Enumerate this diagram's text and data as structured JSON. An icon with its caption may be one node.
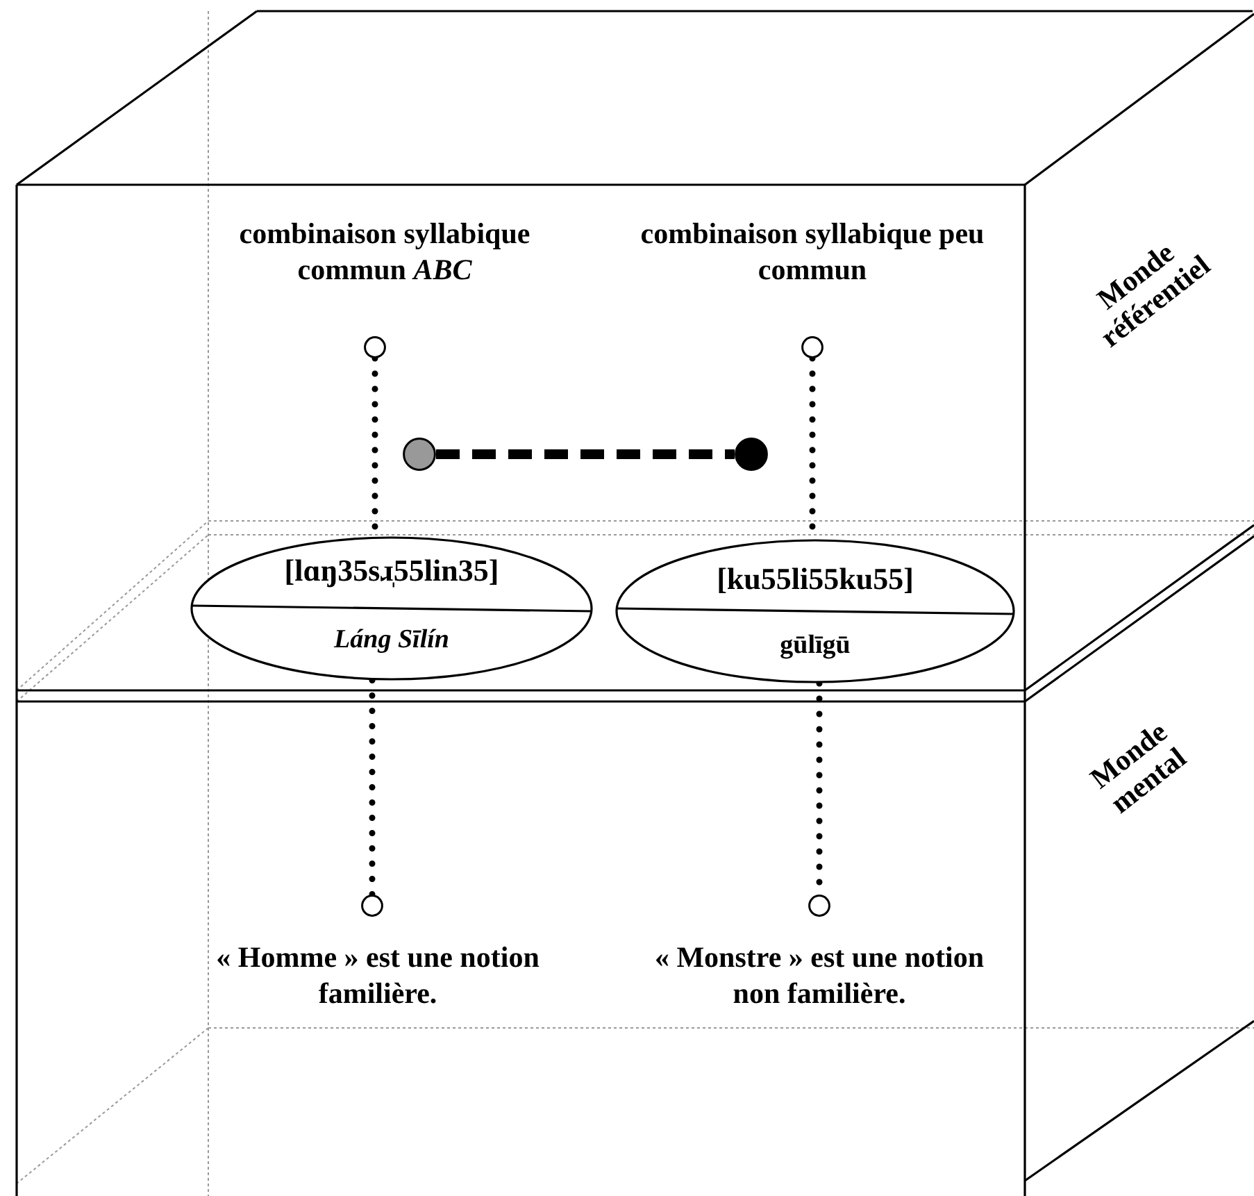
{
  "diagram": {
    "nodes": [
      {
        "text": [],
        "shape": "circle",
        "beside": [
          "combinaison syllabique commun *ABC*"
        ]
      },
      {
        "text": [],
        "shape": "circle",
        "beside": [
          "combinaison syllabique peu commun"
        ]
      },
      {
        "text": [],
        "shape": "circle"
      },
      {
        "text": [],
        "shape": "circle"
      },
      {
        "text": [
          "[lɑŋ35sɹ̩55lin35]",
          "Láng Sīlín"
        ]
      },
      {
        "text": [
          "[ku55li55ku55]",
          "gūlīgū"
        ]
      },
      {
        "text": [],
        "shape": "circle",
        "beside": [
          "« Homme » est une notion familière."
        ]
      },
      {
        "text": [],
        "shape": "circle",
        "beside": [
          "« Monstre » est une notion non familière."
        ]
      }
    ],
    "edges": [
      {
        "from": 0,
        "to": 4,
        "arrow": "none"
      },
      {
        "from": 4,
        "to": 6,
        "arrow": "none"
      },
      {
        "from": 1,
        "to": 5,
        "arrow": "none"
      },
      {
        "from": 5,
        "to": 7,
        "arrow": "none"
      },
      {
        "from": 2,
        "to": 3,
        "arrow": "none",
        "style": "dashed"
      }
    ],
    "labels": [
      "Monde référentiel",
      "Monde mental"
    ]
  }
}
